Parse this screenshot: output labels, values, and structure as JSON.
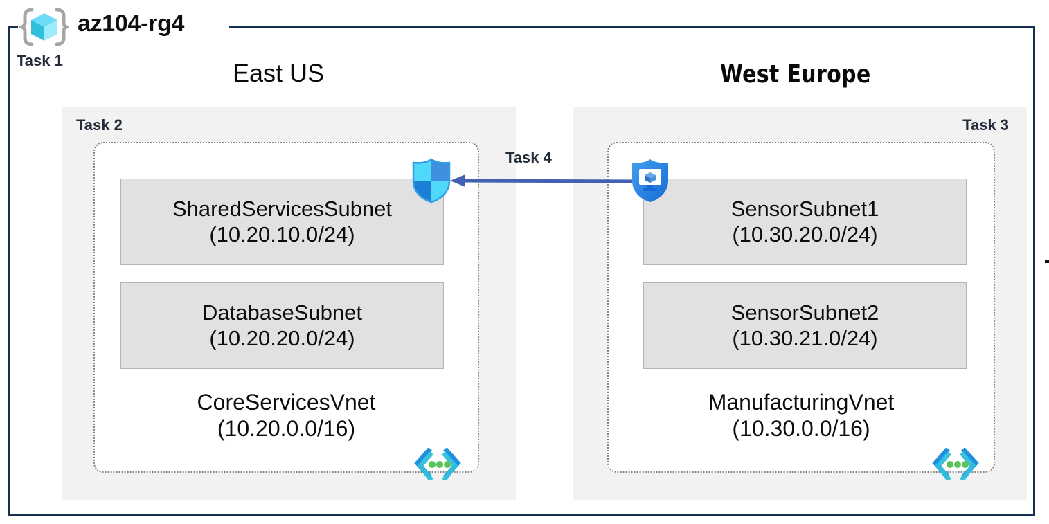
{
  "diagram": {
    "resource_group": {
      "name": "az104-rg4",
      "task_label": "Task 1",
      "icon": "resource-group-cube-icon",
      "border_color": "#16314f"
    },
    "peering": {
      "task_label": "Task 4",
      "direction": "right-to-left",
      "arrow_color": "#4361b0",
      "source_icon": "vm-shield-icon",
      "target_icon": "network-security-shield-icon"
    },
    "edge_mark": "",
    "regions": [
      {
        "name": "East US",
        "task_label": "Task 2",
        "task_align": "left",
        "background": "#f2f2f2",
        "vnet": {
          "name": "CoreServicesVnet",
          "cidr": "(10.20.0.0/16)",
          "icon": "vnet-brackets-icon",
          "subnets": [
            {
              "name": "SharedServicesSubnet",
              "cidr": "(10.20.10.0/24)"
            },
            {
              "name": "DatabaseSubnet",
              "cidr": "(10.20.20.0/24)"
            }
          ]
        }
      },
      {
        "name": "West Europe",
        "task_label": "Task 3",
        "task_align": "right",
        "background": "#f2f2f2",
        "vnet": {
          "name": "ManufacturingVnet",
          "cidr": "(10.30.0.0/16)",
          "icon": "vnet-brackets-icon",
          "subnets": [
            {
              "name": "SensorSubnet1",
              "cidr": "(10.30.20.0/24)"
            },
            {
              "name": "SensorSubnet2",
              "cidr": "(10.30.21.0/24)"
            }
          ]
        }
      }
    ]
  }
}
